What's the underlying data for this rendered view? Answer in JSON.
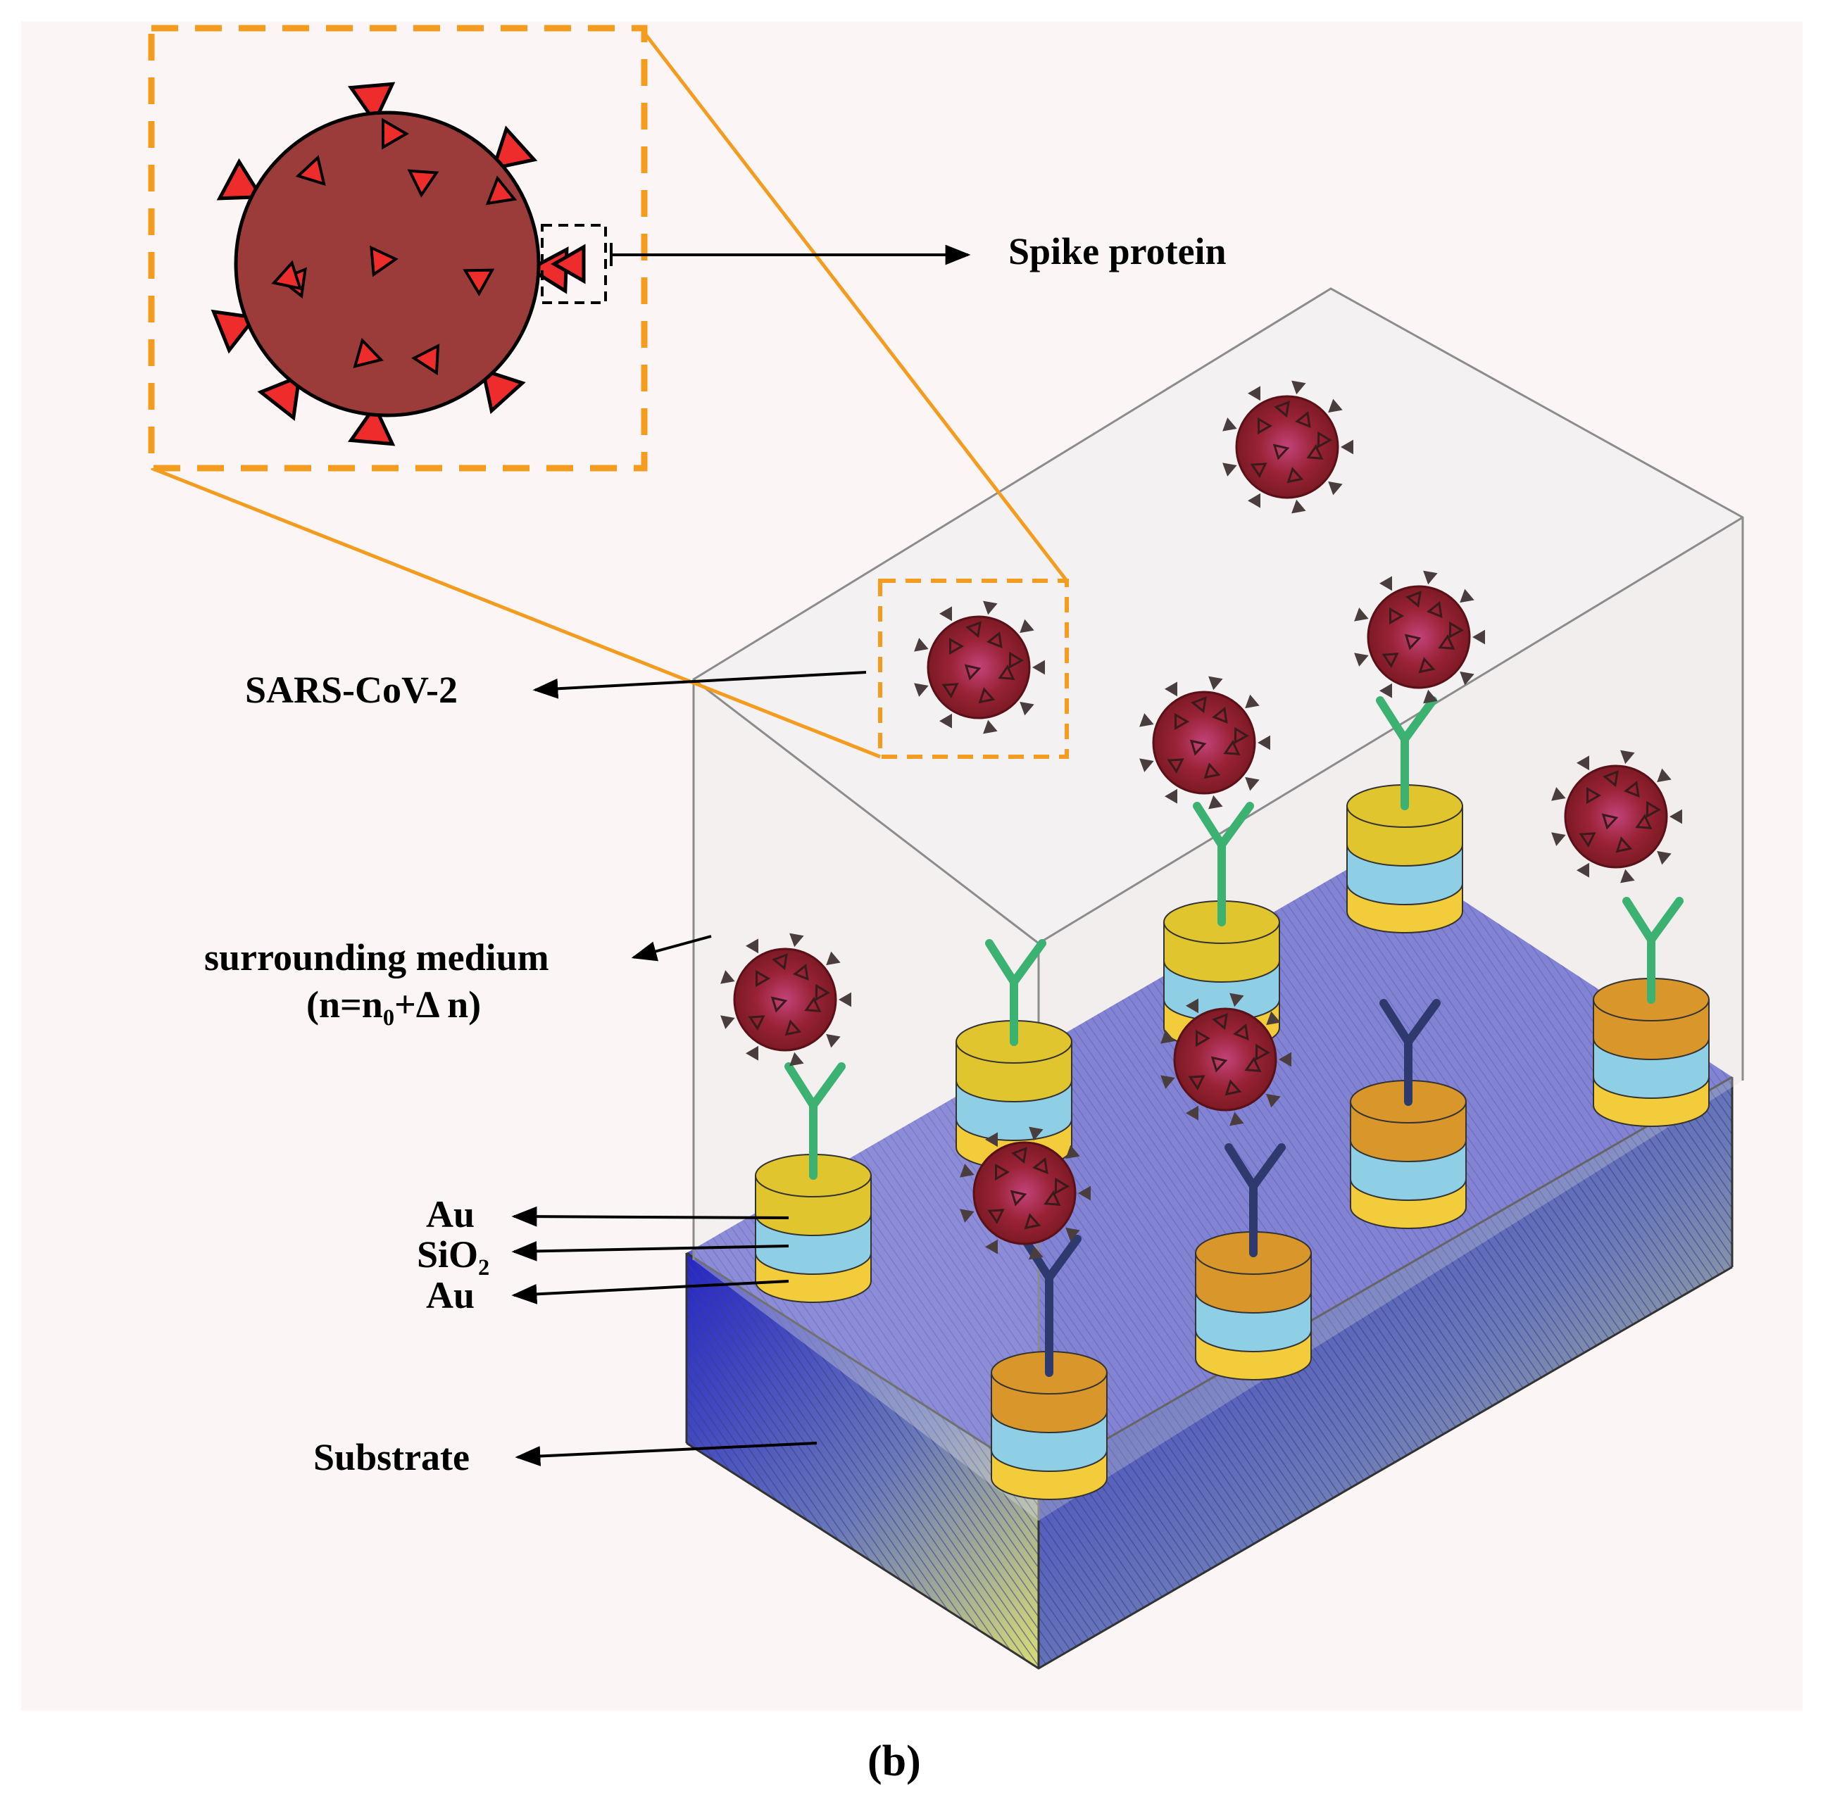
{
  "labels": {
    "spike_protein": "Spike protein",
    "sars_cov_2": "SARS-CoV-2",
    "medium_line1": "surrounding medium",
    "medium_line2": "(n=n₀+Δ n)",
    "au_top": "Au",
    "sio2": "SiO₂",
    "au_bottom": "Au",
    "substrate": "Substrate",
    "panel": "(b)"
  },
  "colors": {
    "background": "#fbf6f5",
    "virus_body": "#9b3b3a",
    "virus_small": "#8e1f2e",
    "spike_large": "#ee2c2c",
    "spike_small": "#4a3d3d",
    "inset_border": "#f39c1f",
    "substrate_top": "#4d4dcc",
    "substrate_front": "#1a1ad8",
    "substrate_side": "#c7d07a",
    "gold": "#f2cc3a",
    "silica": "#8fcfe6",
    "antibody_green": "#3bb272",
    "antibody_navy": "#2e3a6e",
    "box_edge": "#8c8c8c"
  },
  "icons": {
    "virus": "virus-icon",
    "antibody": "antibody-icon",
    "nanodisk": "nanodisk-icon"
  }
}
